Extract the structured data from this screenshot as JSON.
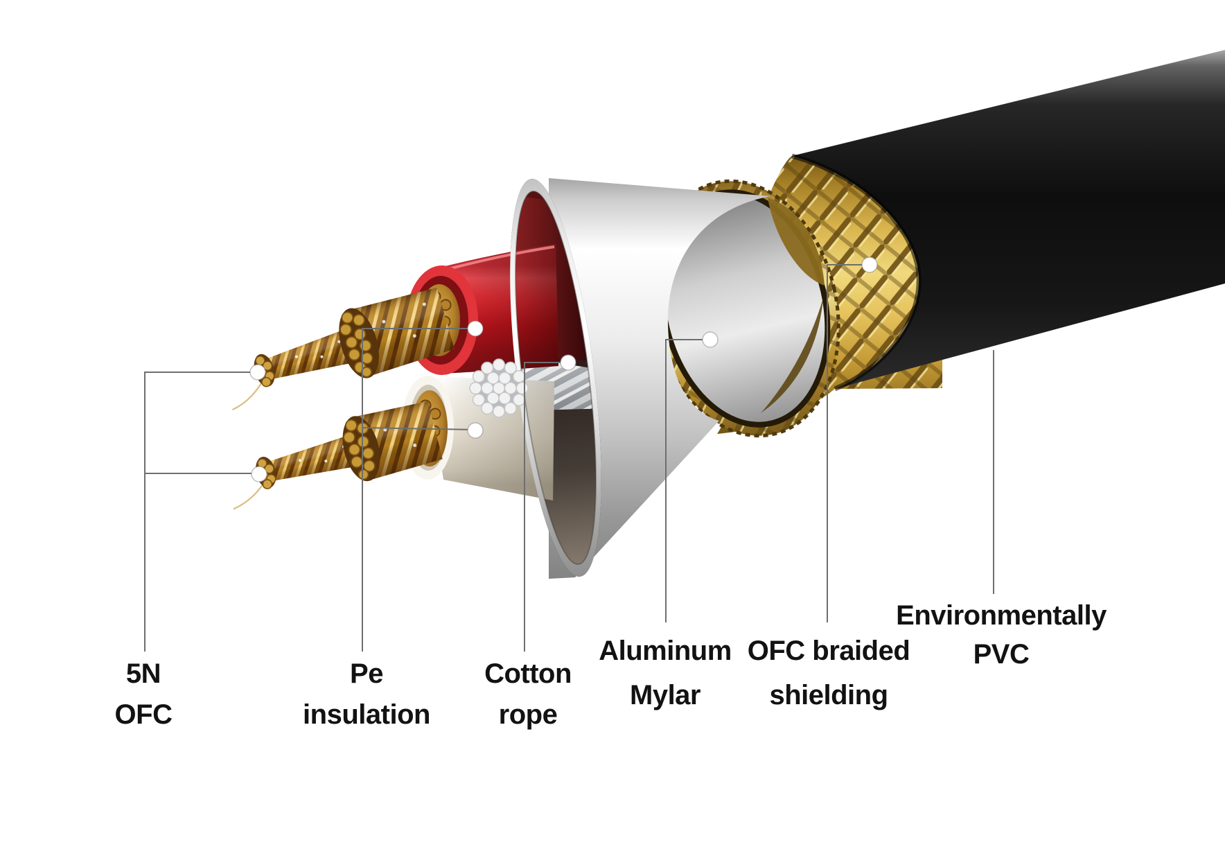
{
  "diagram": {
    "title": "Audio cable construction cutaway",
    "type": "labeled-cutaway-diagram",
    "background": "#ffffff",
    "parts": [
      {
        "id": "conductor",
        "label_line1": "5N",
        "label_line2": "OFC"
      },
      {
        "id": "insulation",
        "label_line1": "Pe",
        "label_line2": "insulation"
      },
      {
        "id": "cotton",
        "label_line1": "Cotton",
        "label_line2": "rope"
      },
      {
        "id": "mylar",
        "label_line1": "Aluminum",
        "label_line2": "Mylar"
      },
      {
        "id": "shielding",
        "label_line1": "OFC braided",
        "label_line2": "shielding"
      },
      {
        "id": "jacket",
        "label_line1": "Environmentally",
        "label_line2": "PVC"
      }
    ],
    "colors": {
      "pvc_jacket": "#151515",
      "braid_gold": "#d8b44e",
      "mylar_silver": "#e8e8e8",
      "insulation_red": "#d6232b",
      "insulation_white": "#f3efe6",
      "copper": "#c08a2e",
      "cotton_white": "#e9ebee",
      "leader_line": "#6e6e6e",
      "callout_marker": "#ffffff",
      "label_text": "#121212"
    }
  }
}
